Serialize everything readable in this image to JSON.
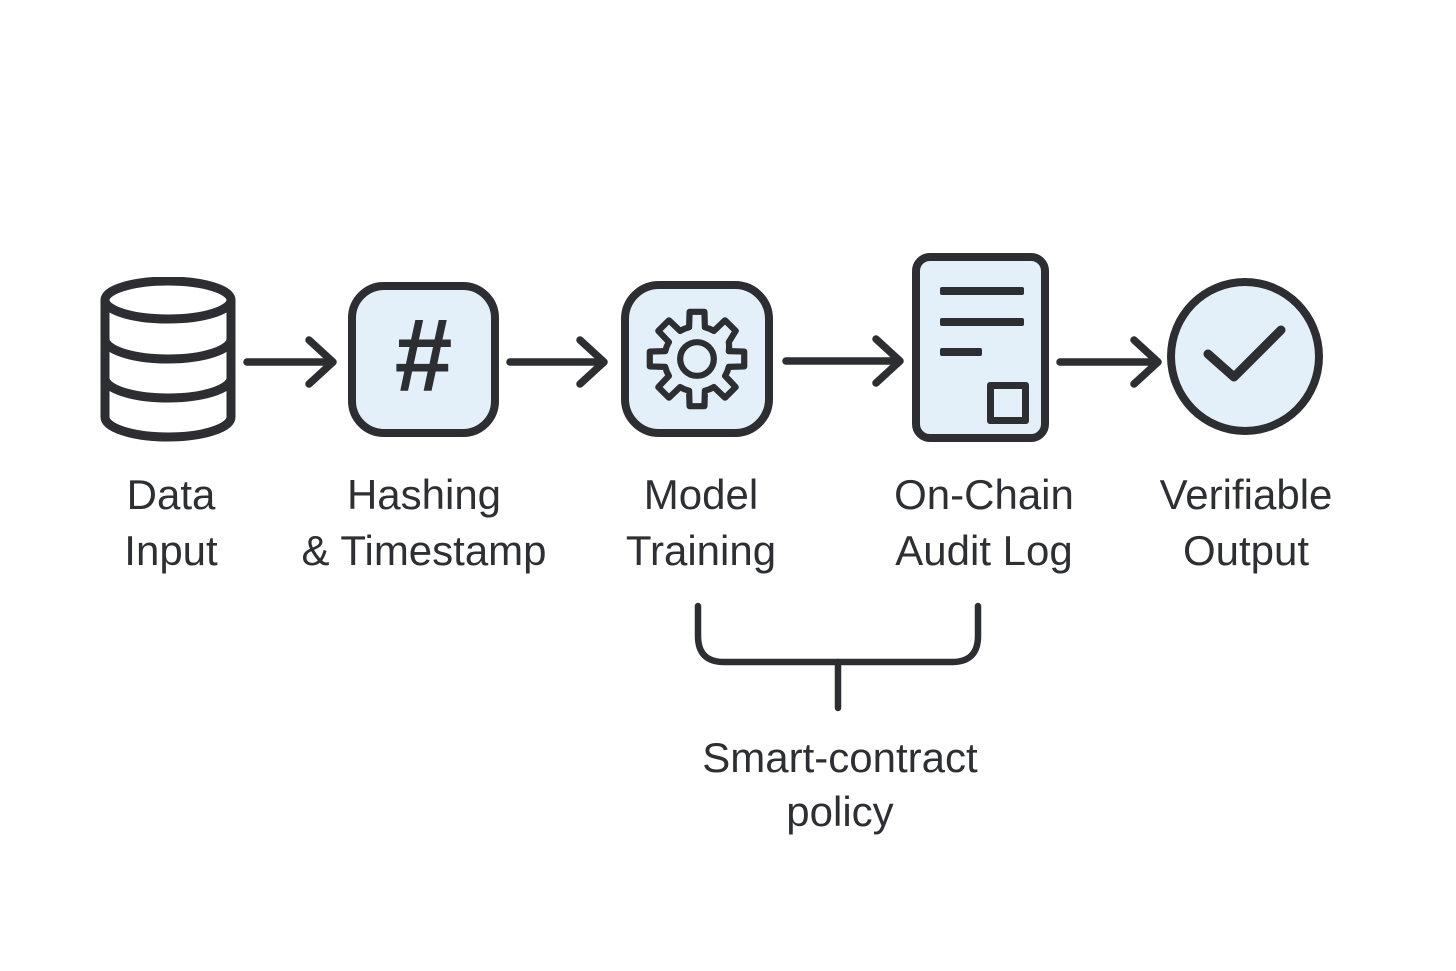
{
  "diagram": {
    "title": "",
    "type": "flow",
    "colors": {
      "background": "#ffffff",
      "stroke": "#2c2e31",
      "node_fill": "#e3eff9",
      "text": "#2d2f32"
    },
    "nodes": [
      {
        "id": "data-input",
        "icon": "database-icon",
        "label_line1": "Data",
        "label_line2": "Input"
      },
      {
        "id": "hashing-timestamp",
        "icon": "hash-icon",
        "label_line1": "Hashing",
        "label_line2": "& Timestamp"
      },
      {
        "id": "model-training",
        "icon": "gear-icon",
        "label_line1": "Model",
        "label_line2": "Training"
      },
      {
        "id": "on-chain-audit-log",
        "icon": "document-icon",
        "label_line1": "On-Chain",
        "label_line2": "Audit Log"
      },
      {
        "id": "verifiable-output",
        "icon": "check-circle-icon",
        "label_line1": "Verifiable",
        "label_line2": "Output"
      }
    ],
    "hash_glyph": "#",
    "connections": [
      {
        "from": "data-input",
        "to": "hashing-timestamp",
        "style": "arrow"
      },
      {
        "from": "hashing-timestamp",
        "to": "model-training",
        "style": "arrow"
      },
      {
        "from": "model-training",
        "to": "on-chain-audit-log",
        "style": "arrow"
      },
      {
        "from": "on-chain-audit-log",
        "to": "verifiable-output",
        "style": "arrow"
      }
    ],
    "annotation": {
      "label_line1": "Smart-contract",
      "label_line2": "policy",
      "spans": [
        "model-training",
        "on-chain-audit-log"
      ],
      "style": "bracket"
    }
  }
}
